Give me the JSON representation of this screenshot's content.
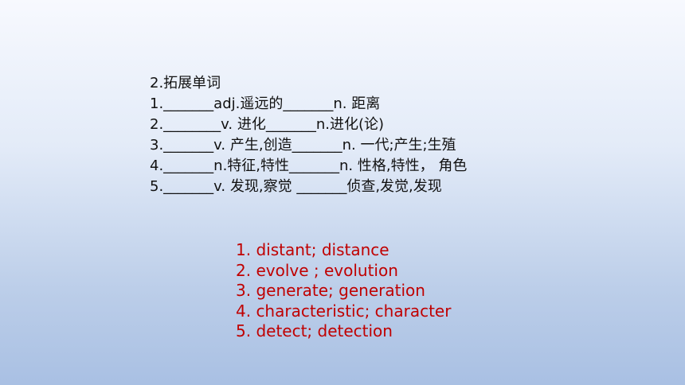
{
  "exercise": {
    "title": "2.拓展单词",
    "lines": [
      "1._______adj.遥远的_______n. 距离",
      "2.________v. 进化_______n.进化(论)",
      "3._______v. 产生,创造_______n. 一代;产生;生殖",
      "4._______n.特征,特性_______n. 性格,特性， 角色",
      "5._______v. 发现,察觉 _______侦查,发觉,发现"
    ]
  },
  "answers": {
    "lines": [
      "1. distant; distance",
      "2. evolve ; evolution",
      "3. generate; generation",
      "4. characteristic; character",
      "5. detect; detection"
    ]
  },
  "colors": {
    "text": "#111111",
    "answer": "#c00000"
  }
}
